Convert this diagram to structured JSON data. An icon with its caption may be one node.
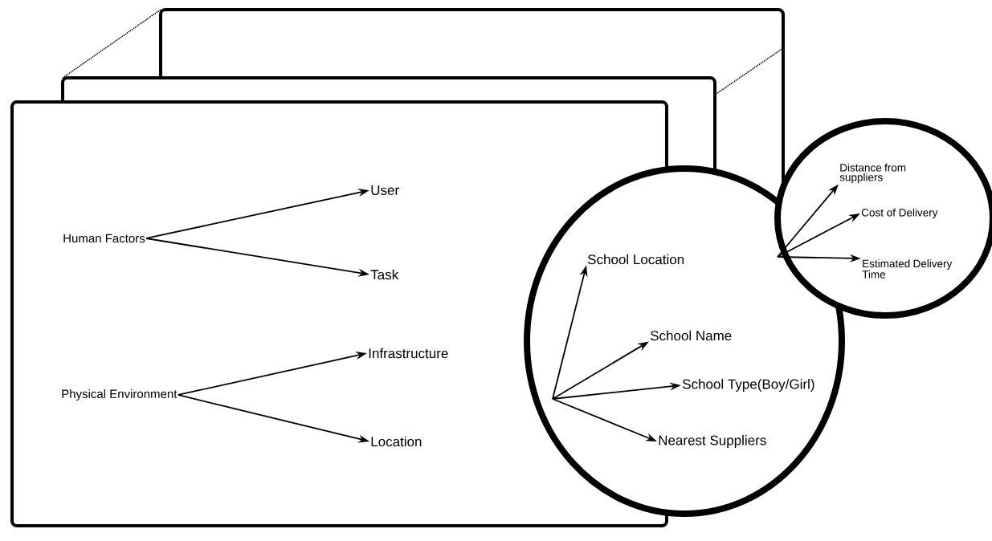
{
  "diagram": {
    "nodes": [
      {
        "text": [
          "Human Factors"
        ]
      },
      {
        "text": [
          "User"
        ]
      },
      {
        "text": [
          "Task"
        ]
      },
      {
        "text": [
          "Physical Environment"
        ]
      },
      {
        "text": [
          "Infrastructure"
        ]
      },
      {
        "text": [
          "Location"
        ]
      },
      {
        "text": [],
        "shape": "circle"
      },
      {
        "text": [
          "School Location"
        ],
        "in": 6
      },
      {
        "text": [
          "School Name"
        ],
        "in": 6
      },
      {
        "text": [
          "School Type(Boy/Girl)"
        ],
        "in": 6
      },
      {
        "text": [
          "Nearest Suppliers"
        ],
        "in": 6
      },
      {
        "text": [],
        "shape": "circle"
      },
      {
        "text": [
          "Distance from suppliers"
        ],
        "in": 11
      },
      {
        "text": [
          "Cost of Delivery"
        ],
        "in": 11
      },
      {
        "text": [
          "Estimated Delivery Time"
        ],
        "in": 11
      }
    ],
    "edges": [
      {
        "from": 0,
        "to": 1,
        "arrow": "to"
      },
      {
        "from": 0,
        "to": 2,
        "arrow": "to"
      },
      {
        "from": 3,
        "to": 4,
        "arrow": "to"
      },
      {
        "from": 3,
        "to": 5,
        "arrow": "to"
      },
      {
        "from": null,
        "to": 7,
        "arrow": "to"
      },
      {
        "from": null,
        "to": 8,
        "arrow": "to"
      },
      {
        "from": null,
        "to": 9,
        "arrow": "to"
      },
      {
        "from": null,
        "to": 10,
        "arrow": "to"
      },
      {
        "from": null,
        "to": 12,
        "arrow": "to"
      },
      {
        "from": null,
        "to": 13,
        "arrow": "to"
      },
      {
        "from": null,
        "to": 14,
        "arrow": "to"
      }
    ]
  }
}
